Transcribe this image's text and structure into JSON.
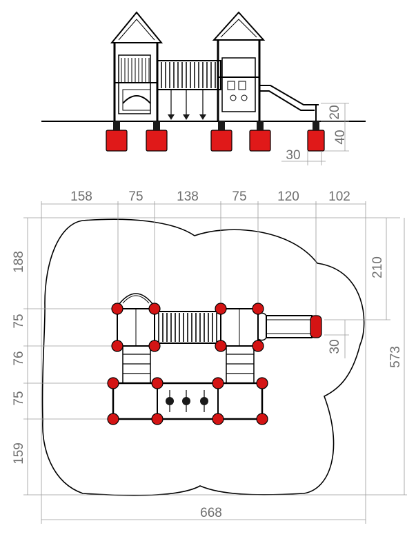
{
  "diagram": {
    "side_view": {
      "dimensions": {
        "post_height": "20",
        "foundation_depth": "40",
        "post_offset": "30"
      }
    },
    "plan_view": {
      "dimensions": {
        "top": [
          "158",
          "75",
          "138",
          "75",
          "120",
          "102"
        ],
        "left": [
          "188",
          "75",
          "76",
          "75",
          "159"
        ],
        "right_upper": "210",
        "right_small": "30",
        "right_total": "573",
        "bottom_total": "668"
      }
    },
    "colors": {
      "foundation": "#e01919",
      "outline": "#000000",
      "dimension_text": "#6e6e6e"
    }
  }
}
